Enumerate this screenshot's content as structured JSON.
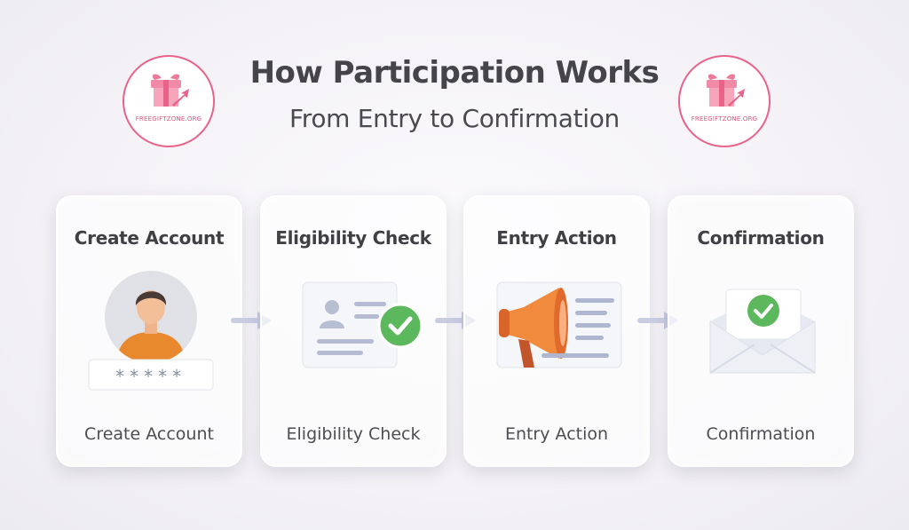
{
  "header": {
    "title": "How Participation Works",
    "subtitle": "From Entry to Confirmation"
  },
  "logos": [
    {
      "text": "FREEGIFTZONE.ORG",
      "icon": "gift-icon"
    },
    {
      "text": "FREEGIFTZONE.ORG",
      "icon": "gift-icon"
    }
  ],
  "steps": [
    {
      "title": "Create Account",
      "caption": "Create Account",
      "icon": "user-avatar-icon",
      "password_mask": "*****"
    },
    {
      "title": "Eligibility Check",
      "caption": "Eligibility Check",
      "icon": "id-card-check-icon"
    },
    {
      "title": "Entry Action",
      "caption": "Entry Action",
      "icon": "megaphone-icon"
    },
    {
      "title": "Confirmation",
      "caption": "Confirmation",
      "icon": "envelope-check-icon"
    }
  ],
  "colors": {
    "brand": "#e8628a",
    "check": "#5cb85c",
    "orange": "#f08a3c",
    "text": "#454549"
  }
}
